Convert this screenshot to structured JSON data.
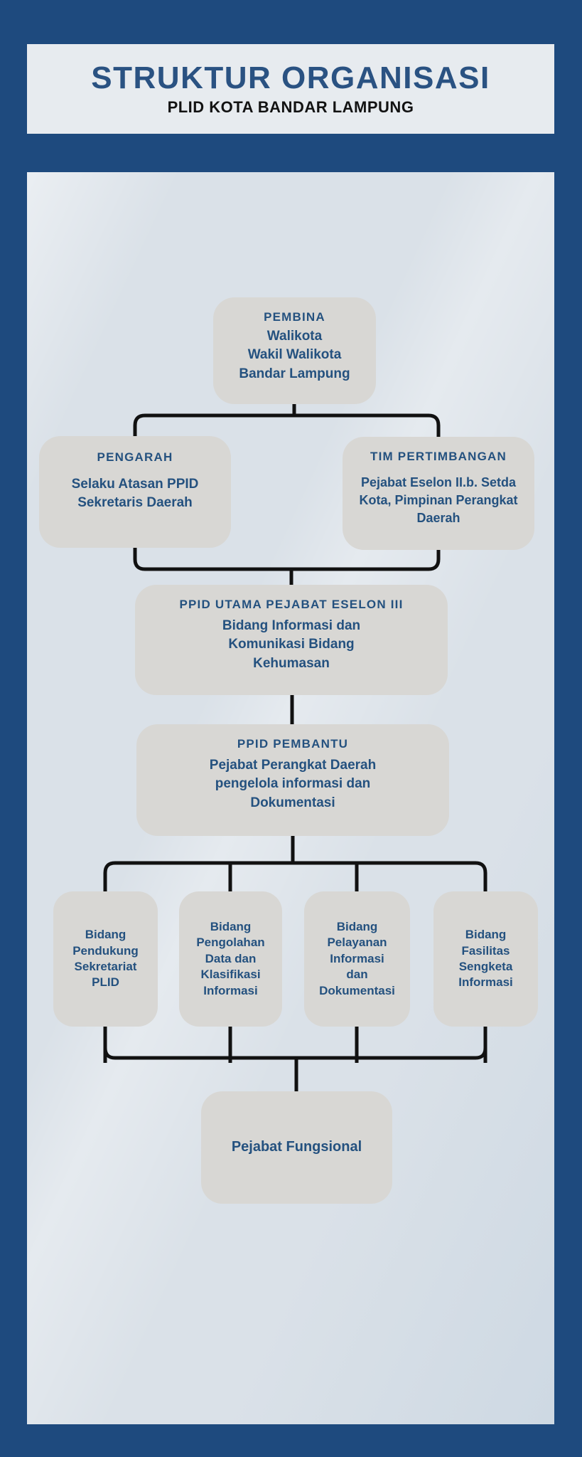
{
  "header": {
    "title": "STRUKTUR ORGANISASI",
    "subtitle": "PLID KOTA BANDAR LAMPUNG"
  },
  "colors": {
    "background_blue": "#1E4A7E",
    "panel_light": "#DAE1E8",
    "header_panel": "#E7EBEF",
    "node_fill": "#D8D7D4",
    "text_navy": "#24517F",
    "subtitle_black": "#121212",
    "connector_black": "#111111"
  },
  "nodes": {
    "pembina": {
      "title": "PEMBINA",
      "lines": [
        "Walikota",
        "Wakil Walikota",
        "Bandar Lampung"
      ]
    },
    "pengarah": {
      "title": "PENGARAH",
      "lines": [
        "Selaku Atasan PPID",
        "Sekretaris Daerah"
      ]
    },
    "tim_pertimbangan": {
      "title": "TIM PERTIMBANGAN",
      "lines": [
        "Pejabat Eselon II.b. Setda",
        "Kota, Pimpinan Perangkat",
        "Daerah"
      ]
    },
    "ppid_utama": {
      "title": "PPID UTAMA PEJABAT ESELON III",
      "lines": [
        "Bidang Informasi dan",
        "Komunikasi Bidang",
        "Kehumasan"
      ]
    },
    "ppid_pembantu": {
      "title": "PPID PEMBANTU",
      "lines": [
        "Pejabat Perangkat Daerah",
        "pengelola informasi dan",
        "Dokumentasi"
      ]
    },
    "bidang_pendukung": {
      "lines": [
        "Bidang",
        "Pendukung",
        "Sekretariat",
        "PLID"
      ]
    },
    "bidang_pengolahan": {
      "lines": [
        "Bidang",
        "Pengolahan",
        "Data dan",
        "Klasifikasi",
        "Informasi"
      ]
    },
    "bidang_pelayanan": {
      "lines": [
        "Bidang",
        "Pelayanan",
        "Informasi",
        "dan",
        "Dokumentasi"
      ]
    },
    "bidang_fasilitas": {
      "lines": [
        "Bidang",
        "Fasilitas",
        "Sengketa",
        "Informasi"
      ]
    },
    "pejabat_fungsional": {
      "lines": [
        "Pejabat Fungsional"
      ]
    }
  }
}
